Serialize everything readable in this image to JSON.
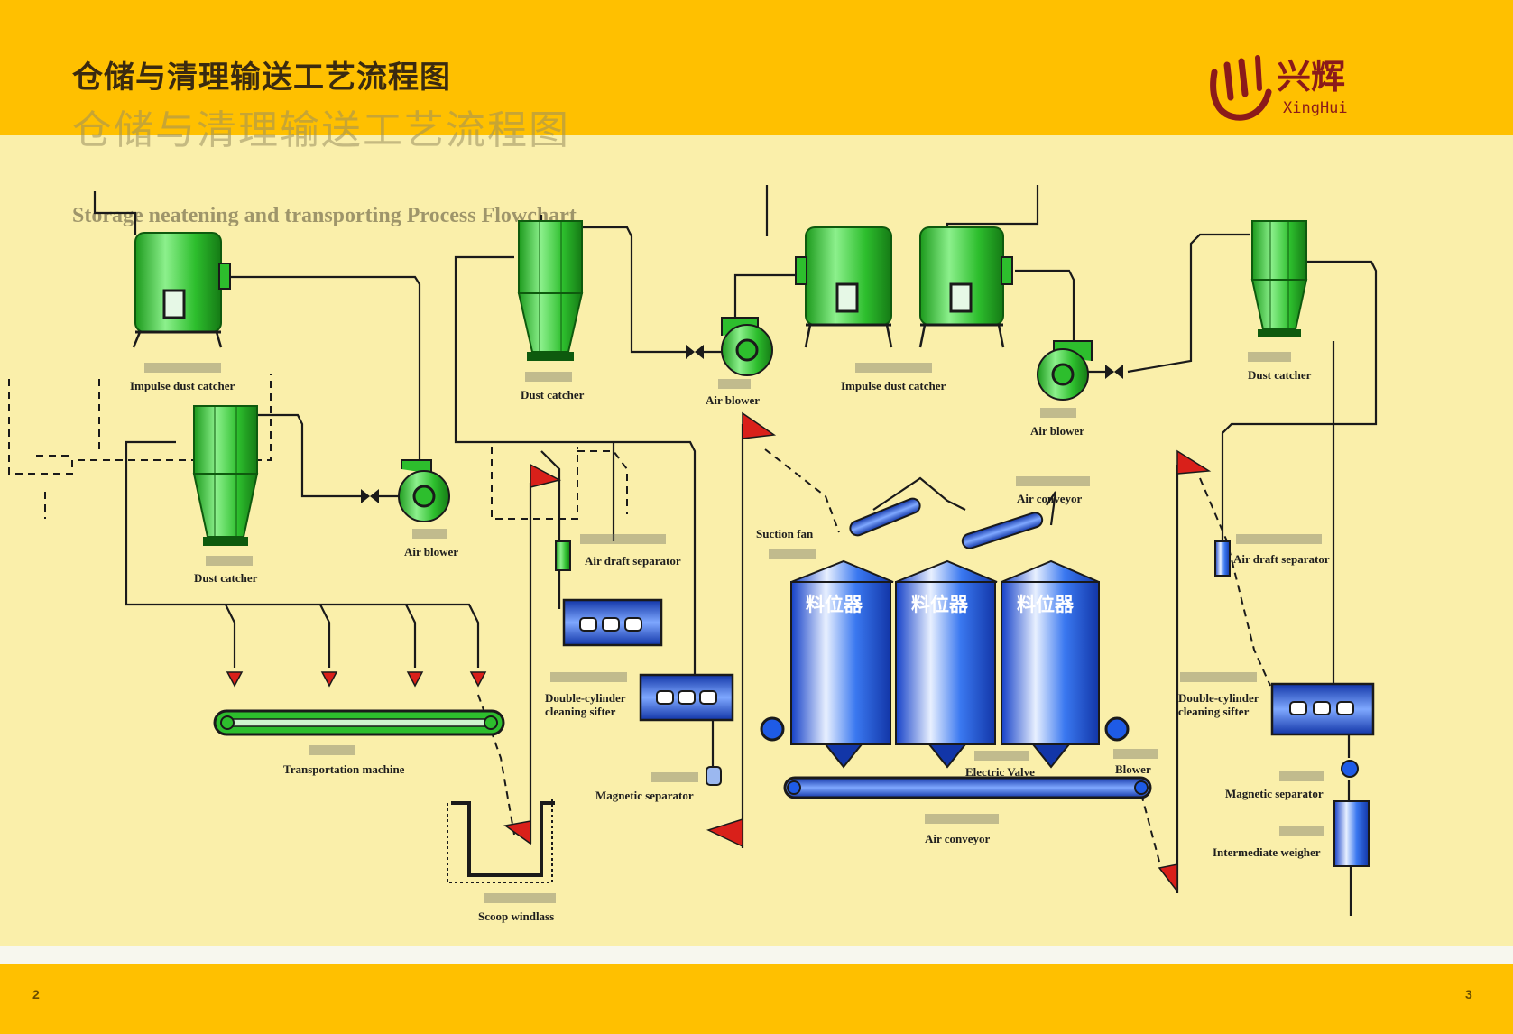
{
  "header": {
    "title_cn": "仓储与清理输送工艺流程图",
    "title_en": "Storage neatening and transporting Process Flowchart"
  },
  "logo": {
    "text_cn": "兴辉",
    "text_en": "XingHui",
    "brand_color": "#8B1A1A"
  },
  "colors": {
    "band": "#FFC000",
    "background": "#FAEFAA",
    "equipment_green": "#2DBE2D",
    "silo_blue": "#1E5BE6",
    "pipe": "#1A1A1A",
    "valve_flag": "#D9201A"
  },
  "labels": {
    "impulse_dust_catcher_1": "Impulse dust catcher",
    "dust_catcher_1": "Dust catcher",
    "air_blower_1": "Air blower",
    "impulse_dust_catcher_2": "Impulse dust catcher",
    "air_blower_2": "Air blower",
    "dust_catcher_2": "Dust catcher",
    "dust_catcher_3": "Dust catcher",
    "air_blower_3": "Air blower",
    "air_conveyor_top": "Air conveyor",
    "suction_fan": "Suction fan",
    "air_draft_separator_1": "Air  draft separator",
    "air_draft_separator_2": "Air  draft separator",
    "double_cylinder_1": "Double-cylinder cleaning sifter",
    "double_cylinder_2": "Double-cylinder cleaning sifter",
    "transportation_machine": "Transportation machine",
    "magnetic_separator_1": "Magnetic separator",
    "magnetic_separator_2": "Magnetic separator",
    "scoop_windlass": "Scoop windlass",
    "electric_valve": "Electric Valve",
    "blower": "Blower",
    "air_conveyor_bottom": "Air conveyor",
    "intermediate_weigher": "Intermediate  weigher",
    "silo_tag": "料位器"
  },
  "page_numbers": {
    "left": "2",
    "right": "3"
  }
}
